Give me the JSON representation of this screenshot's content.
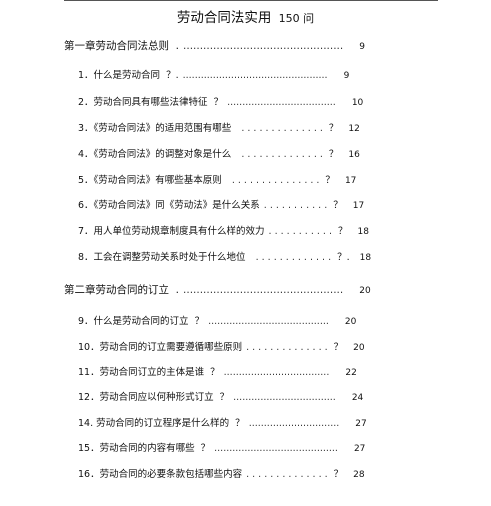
{
  "document": {
    "title": "劳动合同法实用",
    "title_suffix": "150 问"
  },
  "toc": [
    {
      "kind": "chapter",
      "text": "第一章劳动合同法总则",
      "mid": "  .",
      "dots": "................................................",
      "q": "",
      "page": "9"
    },
    {
      "kind": "entry",
      "text": "1．什么是劳动合同",
      "mid": "  ？.",
      "dots": "................................................",
      "q": "",
      "page": "9"
    },
    {
      "kind": "entry",
      "text": "2．劳动合同具有哪些法律特征",
      "mid": "  ？",
      "dots": "....................................",
      "q": "",
      "page": "10"
    },
    {
      "kind": "entry",
      "text": "3．《劳动合同法》的适用范围有哪些",
      "mid": "  ",
      "dots": ". . . . . . . . . . . . . .",
      "q": "？",
      "page": "12"
    },
    {
      "kind": "entry",
      "text": "4．《劳动合同法》的调整对象是什么",
      "mid": "  ",
      "dots": ". . . . . . . . . . . . . .",
      "q": "？",
      "page": "16"
    },
    {
      "kind": "entry",
      "text": "5．《劳动合同法》有哪些基本原则",
      "mid": "  ",
      "dots": ". . . . . . . . . . . . . . .",
      "q": "？",
      "page": "17"
    },
    {
      "kind": "entry",
      "text": "6．《劳动合同法》同《劳动法》是什么关系",
      "mid": "",
      "dots": ". . . . . . . . . . .",
      "q": "？",
      "page": "17"
    },
    {
      "kind": "entry",
      "text": "7．用人单位劳动规章制度具有什么样的效力",
      "mid": "",
      "dots": ". . . . . . . . . . .",
      "q": "？",
      "page": "18"
    },
    {
      "kind": "entry",
      "text": "8．工会在调整劳动关系时处于什么地位",
      "mid": "  ",
      "dots": ". . . . . . . . . . . . .",
      "q": "？.",
      "page": "18"
    },
    {
      "kind": "chapter",
      "text": "第二章劳动合同的订立",
      "mid": "  .",
      "dots": "................................................",
      "q": "",
      "page": "20"
    },
    {
      "kind": "entry",
      "text": "9．什么是劳动合同的订立",
      "mid": "  ？",
      "dots": "........................................",
      "q": "",
      "page": "20"
    },
    {
      "kind": "entry",
      "text": "10．劳动合同的订立需要遵循哪些原则",
      "mid": "",
      "dots": ". . . . . . . . . . . . . .",
      "q": "？",
      "page": "20"
    },
    {
      "kind": "entry",
      "text": "11．劳动合同订立的主体是谁",
      "mid": "  ？",
      "dots": "...................................",
      "q": "",
      "page": "22"
    },
    {
      "kind": "entry",
      "text": "12．劳动合同应以何种形式订立",
      "mid": "  ？",
      "dots": "..................................",
      "q": "",
      "page": "24"
    },
    {
      "kind": "entry",
      "text": "14. 劳动合同的订立程序是什么样的",
      "mid": "  ？",
      "dots": "..............................",
      "q": "",
      "page": "27"
    },
    {
      "kind": "entry",
      "text": "15．劳动合同的内容有哪些",
      "mid": "  ？",
      "dots": ".........................................",
      "q": "",
      "page": "27"
    },
    {
      "kind": "entry",
      "text": "16．劳动合同的必要条款包括哪些内容",
      "mid": "",
      "dots": ". . . . . . . . . . . . . .",
      "q": "？",
      "page": "28"
    }
  ]
}
